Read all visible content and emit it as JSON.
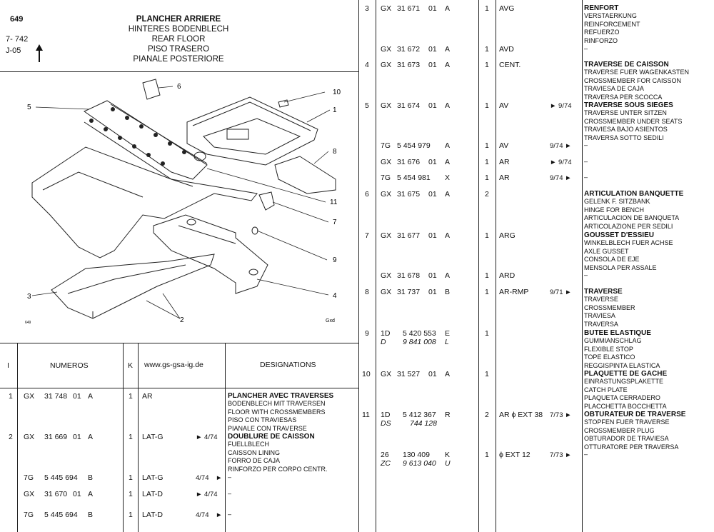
{
  "header": {
    "page_number": "649",
    "ref_line1": "7- 742",
    "ref_line2": "J-05",
    "arrow": "up-arrow-icon",
    "titles": [
      "PLANCHER ARRIERE",
      "HINTERES BODENBLECH",
      "REAR FLOOR",
      "PISO TRASERO",
      "PIANALE POSTERIORE"
    ]
  },
  "diagram": {
    "callouts": [
      "1",
      "2",
      "3",
      "4",
      "5",
      "6",
      "7",
      "8",
      "9",
      "10",
      "11"
    ],
    "small_marks": {
      "left": "649",
      "right": "Gxd"
    }
  },
  "table_header": {
    "col_item": "I",
    "col_numbers": "NUMEROS",
    "col_k": "K",
    "col_site": "www.gs-gsa-ig.de",
    "col_designations": "DESIGNATIONS"
  },
  "left_rows": [
    {
      "item": "1",
      "prefix": "GX",
      "num": "31 748",
      "sub": "01",
      "letter": "A",
      "k": "1",
      "pos": "AR",
      "date": "",
      "date_arrow": "",
      "desc": [
        "PLANCHER AVEC TRAVERSES",
        "BODENBLECH MIT TRAVERSEN",
        "FLOOR WITH CROSSMEMBERS",
        "PISO CON TRAVIESAS",
        "PIANALE CON TRAVERSE"
      ]
    },
    {
      "item": "2",
      "prefix": "GX",
      "num": "31 669",
      "sub": "01",
      "letter": "A",
      "k": "1",
      "pos": "LAT-G",
      "date": "► 4/74",
      "date_arrow": "",
      "desc": [
        "DOUBLURE DE CAISSON",
        "FUELLBLECH",
        "CAISSON LINING",
        "FORRO DE CAJA",
        "RINFORZO PER CORPO CENTR."
      ]
    },
    {
      "item": "",
      "prefix": "7G",
      "num": "5 445 694",
      "sub": "",
      "letter": "B",
      "k": "1",
      "pos": "LAT-G",
      "date": "4/74",
      "date_arrow": "►",
      "desc": [
        "–"
      ]
    },
    {
      "item": "",
      "prefix": "GX",
      "num": "31 670",
      "sub": "01",
      "letter": "A",
      "k": "1",
      "pos": "LAT-D",
      "date": "► 4/74",
      "date_arrow": "",
      "desc": [
        "–"
      ]
    },
    {
      "item": "",
      "prefix": "7G",
      "num": "5 445 694",
      "sub": "",
      "letter": "B",
      "k": "1",
      "pos": "LAT-D",
      "date": "4/74",
      "date_arrow": "►",
      "desc": [
        "–"
      ]
    }
  ],
  "right_rows": [
    {
      "item": "3",
      "prefix": "GX",
      "num": "31 671",
      "sub": "01",
      "letter": "A",
      "k": "1",
      "pos": "AVG",
      "date": "",
      "desc": [
        "RENFORT",
        "VERSTAERKUNG",
        "REINFORCEMENT",
        "REFUERZO",
        "RINFORZO"
      ]
    },
    {
      "item": "",
      "prefix": "GX",
      "num": "31 672",
      "sub": "01",
      "letter": "A",
      "k": "1",
      "pos": "AVD",
      "date": "",
      "desc": [
        "–"
      ]
    },
    {
      "item": "4",
      "prefix": "GX",
      "num": "31 673",
      "sub": "01",
      "letter": "A",
      "k": "1",
      "pos": "CENT.",
      "date": "",
      "desc": [
        "TRAVERSE DE CAISSON",
        "TRAVERSE FUER WAGENKASTEN",
        "CROSSMEMBER FOR CAISSON",
        "TRAVIESA DE CAJA",
        "TRAVERSA PER SCOCCA"
      ]
    },
    {
      "item": "5",
      "prefix": "GX",
      "num": "31 674",
      "sub": "01",
      "letter": "A",
      "k": "1",
      "pos": "AV",
      "date": "► 9/74",
      "desc": [
        "TRAVERSE SOUS SIEGES",
        "TRAVERSE UNTER SITZEN",
        "CROSSMEMBER UNDER SEATS",
        "TRAVIESA BAJO ASIENTOS",
        "TRAVERSA SOTTO SEDILI"
      ]
    },
    {
      "item": "",
      "prefix": "7G",
      "num": "5 454 979",
      "sub": "",
      "letter": "A",
      "k": "1",
      "pos": "AV",
      "date": "9/74 ►",
      "desc": [
        "–"
      ]
    },
    {
      "item": "",
      "prefix": "GX",
      "num": "31 676",
      "sub": "01",
      "letter": "A",
      "k": "1",
      "pos": "AR",
      "date": "► 9/74",
      "desc": [
        "–"
      ]
    },
    {
      "item": "",
      "prefix": "7G",
      "num": "5 454 981",
      "sub": "",
      "letter": "X",
      "k": "1",
      "pos": "AR",
      "date": "9/74 ►",
      "desc": [
        "–"
      ]
    },
    {
      "item": "6",
      "prefix": "GX",
      "num": "31 675",
      "sub": "01",
      "letter": "A",
      "k": "2",
      "pos": "",
      "date": "",
      "desc": [
        "ARTICULATION BANQUETTE",
        "GELENK F. SITZBANK",
        "HINGE FOR BENCH",
        "ARTICULACION DE BANQUETA",
        "ARTICOLAZIONE PER SEDILI"
      ]
    },
    {
      "item": "7",
      "prefix": "GX",
      "num": "31 677",
      "sub": "01",
      "letter": "A",
      "k": "1",
      "pos": "ARG",
      "date": "",
      "desc": [
        "GOUSSET D'ESSIEU",
        "WINKELBLECH FUER ACHSE",
        "AXLE GUSSET",
        "CONSOLA DE EJE",
        "MENSOLA PER ASSALE"
      ]
    },
    {
      "item": "",
      "prefix": "GX",
      "num": "31 678",
      "sub": "01",
      "letter": "A",
      "k": "1",
      "pos": "ARD",
      "date": "",
      "desc": [
        "–"
      ]
    },
    {
      "item": "8",
      "prefix": "GX",
      "num": "31 737",
      "sub": "01",
      "letter": "B",
      "k": "1",
      "pos": "AR-RMP",
      "date": "9/71 ►",
      "desc": [
        "TRAVERSE",
        "TRAVERSE",
        "CROSSMEMBER",
        "TRAVIESA",
        "TRAVERSA"
      ]
    },
    {
      "item": "9",
      "prefix": "1D",
      "num": "5 420 553",
      "sub": "",
      "letter": "E",
      "prefix2": "D",
      "num2": "9 841 008",
      "letter2": "L",
      "k": "1",
      "pos": "",
      "date": "",
      "desc": [
        "BUTEE ELASTIQUE",
        "GUMMIANSCHLAG",
        "FLEXIBLE STOP",
        "TOPE ELASTICO",
        "REGGISPINTA ELASTICA"
      ]
    },
    {
      "item": "10",
      "prefix": "GX",
      "num": "31 527",
      "sub": "01",
      "letter": "A",
      "k": "1",
      "pos": "",
      "date": "",
      "desc": [
        "PLAQUETTE DE GACHE",
        "EINRASTUNGSPLAKETTE",
        "CATCH PLATE",
        "PLAQUETA CERRADERO",
        "PLACCHETTA BOCCHETTA"
      ]
    },
    {
      "item": "11",
      "prefix": "1D",
      "num": "5 412 367",
      "sub": "",
      "letter": "R",
      "prefix2": "DS",
      "num2": "744 128",
      "letter2": "",
      "k": "2",
      "pos": "AR ϕ EXT 38",
      "date": "7/73 ►",
      "desc": [
        "OBTURATEUR DE TRAVERSE",
        "STOPFEN FUER TRAVERSE",
        "CROSSMEMBER PLUG",
        "OBTURADOR DE TRAVIESA",
        "OTTURATORE PER TRAVERSA"
      ]
    },
    {
      "item": "",
      "prefix": "26",
      "num": "130 409",
      "sub": "",
      "letter": "K",
      "prefix2": "ZC",
      "num2": "9 613 040",
      "letter2": "U",
      "k": "1",
      "pos": "ϕ EXT 12",
      "date": "7/73 ►",
      "desc": [
        "–"
      ]
    }
  ]
}
